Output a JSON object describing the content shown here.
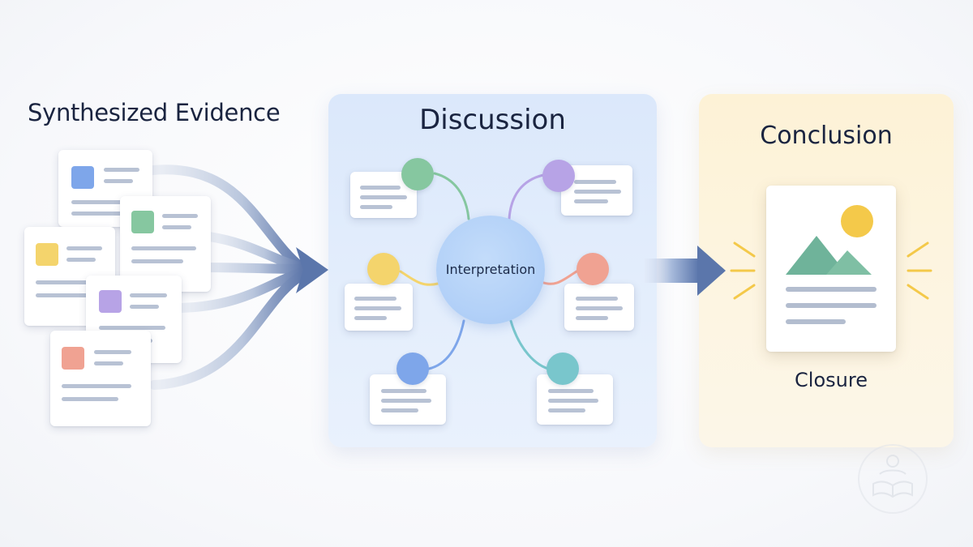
{
  "diagram": {
    "stages": [
      {
        "id": "evidence",
        "title": "Synthesized Evidence"
      },
      {
        "id": "discussion",
        "title": "Discussion"
      },
      {
        "id": "conclusion",
        "title": "Conclusion"
      }
    ],
    "discussion": {
      "center_label": "Interpretation",
      "node_colors": [
        "#86c7a0",
        "#b7a3e6",
        "#f4d46c",
        "#f0a292",
        "#7ea6ea",
        "#79c6cc"
      ]
    },
    "evidence": {
      "card_colors": [
        "#7ea6ea",
        "#86c7a0",
        "#f4d46c",
        "#b7a3e6",
        "#f0a292"
      ]
    },
    "conclusion": {
      "image_icon": "landscape-image-icon",
      "label": "Closure"
    },
    "colors": {
      "arrow": "#6f86b5",
      "discussion_panel": "#dde9fb",
      "conclusion_panel": "#fdf3dc",
      "sun": "#f4c94a",
      "mountain": "#6fb39a"
    },
    "logo_icon": "open-book-logo-icon"
  }
}
